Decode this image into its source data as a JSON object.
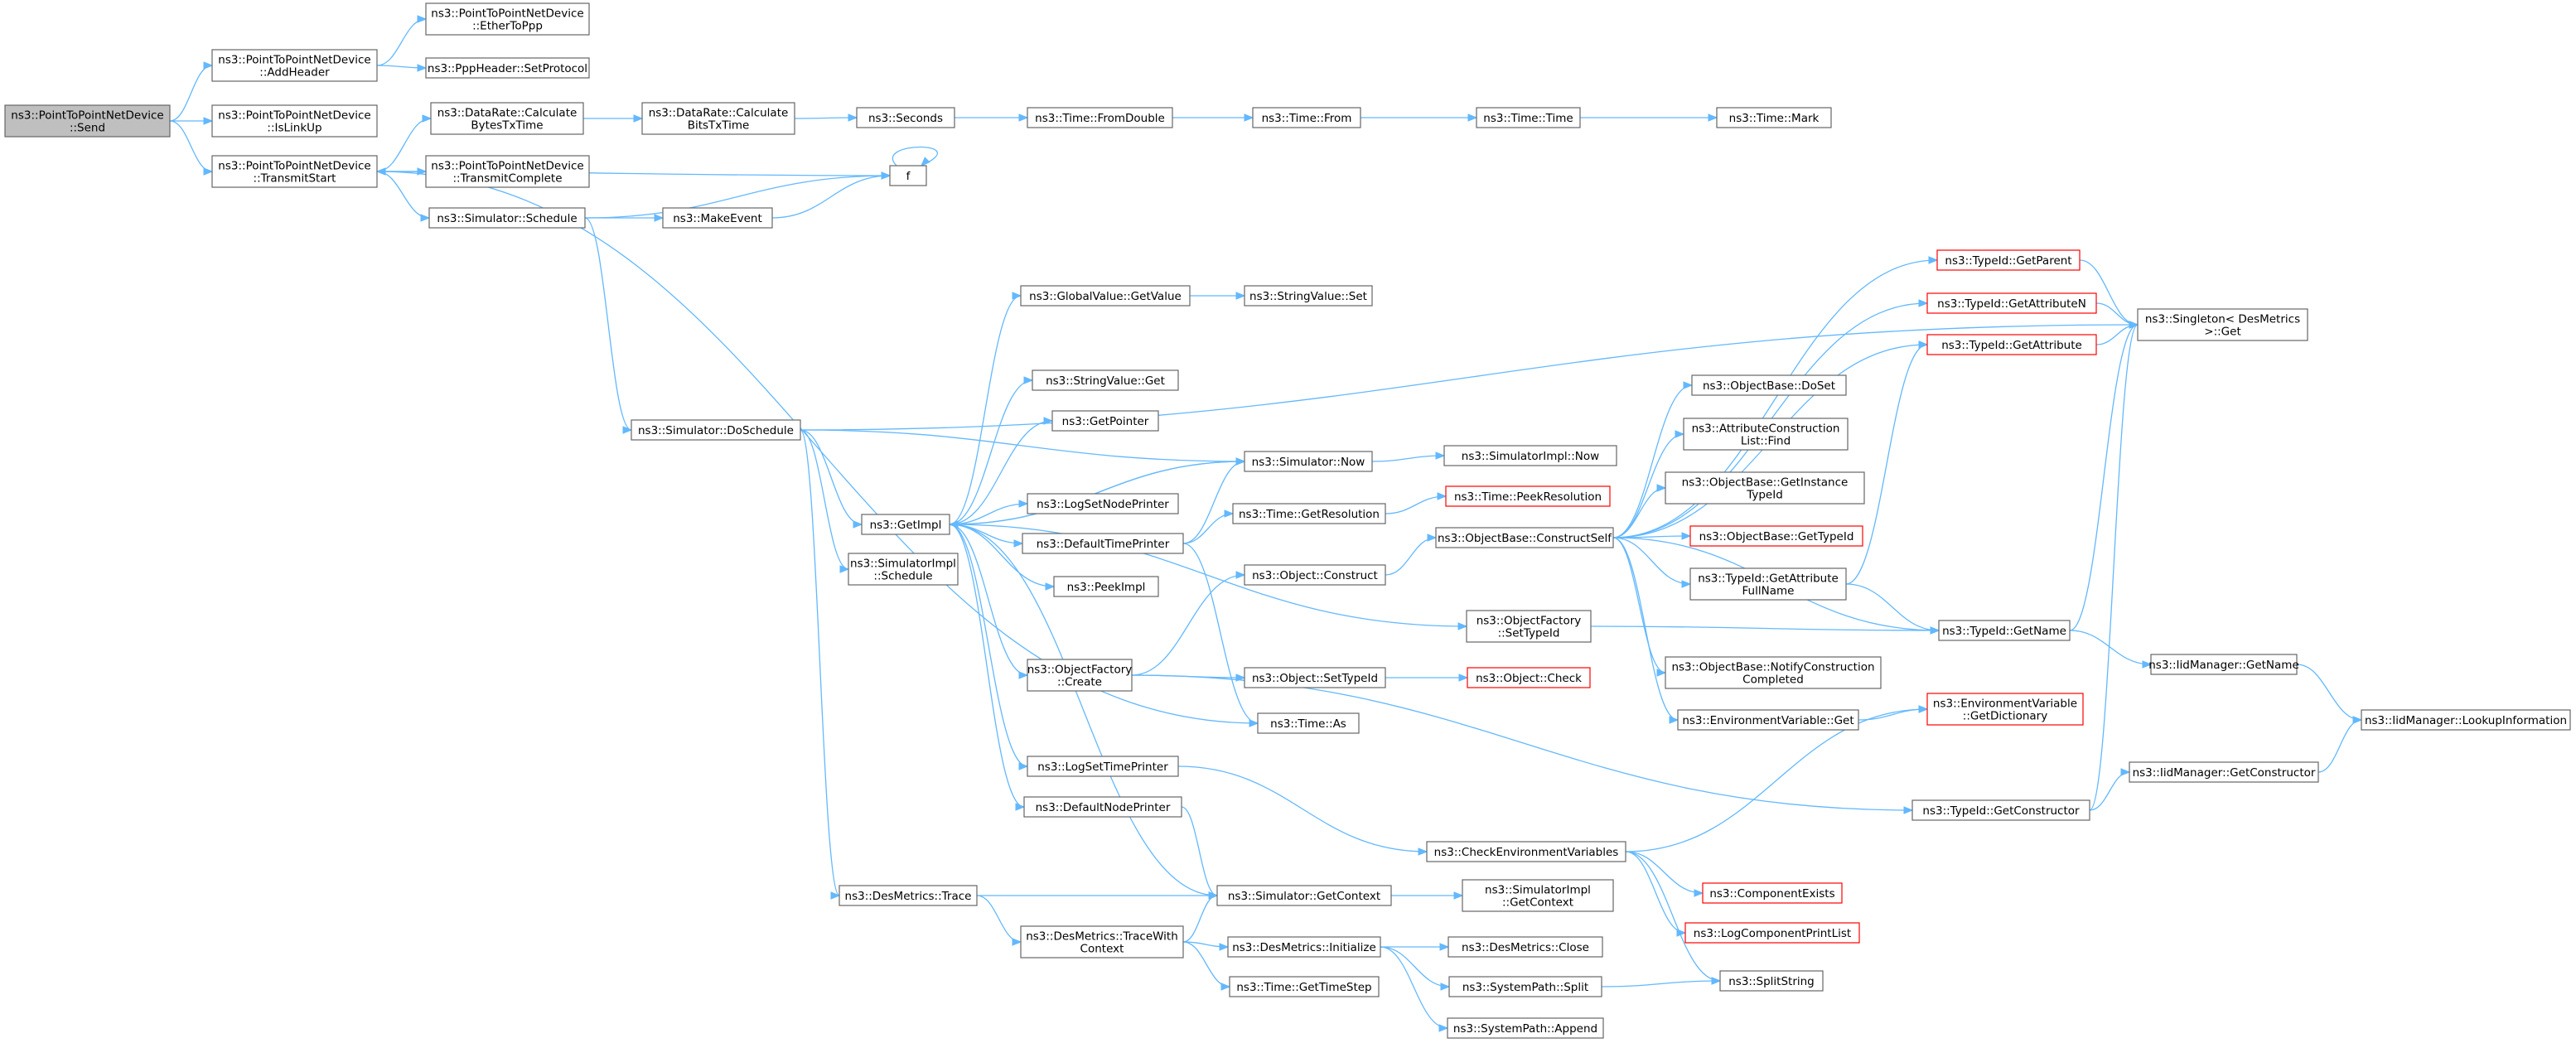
{
  "nodes": [
    {
      "id": "send",
      "lines": [
        "ns3::PointToPointNetDevice",
        "::Send"
      ],
      "root": true
    },
    {
      "id": "addheader",
      "lines": [
        "ns3::PointToPointNetDevice",
        "::AddHeader"
      ]
    },
    {
      "id": "islinkup",
      "lines": [
        "ns3::PointToPointNetDevice",
        "::IsLinkUp"
      ]
    },
    {
      "id": "transmitstart",
      "lines": [
        "ns3::PointToPointNetDevice",
        "::TransmitStart"
      ]
    },
    {
      "id": "ethertoppp",
      "lines": [
        "ns3::PointToPointNetDevice",
        "::EtherToPpp"
      ]
    },
    {
      "id": "setprotocol",
      "lines": [
        "ns3::PppHeader::SetProtocol"
      ]
    },
    {
      "id": "calcbytes",
      "lines": [
        "ns3::DataRate::Calculate",
        "BytesTxTime"
      ]
    },
    {
      "id": "transmitcomplete",
      "lines": [
        "ns3::PointToPointNetDevice",
        "::TransmitComplete"
      ]
    },
    {
      "id": "schedule",
      "lines": [
        "ns3::Simulator::Schedule"
      ]
    },
    {
      "id": "calcbits",
      "lines": [
        "ns3::DataRate::Calculate",
        "BitsTxTime"
      ]
    },
    {
      "id": "seconds",
      "lines": [
        "ns3::Seconds"
      ]
    },
    {
      "id": "fromdouble",
      "lines": [
        "ns3::Time::FromDouble"
      ]
    },
    {
      "id": "from",
      "lines": [
        "ns3::Time::From"
      ]
    },
    {
      "id": "time",
      "lines": [
        "ns3::Time::Time"
      ]
    },
    {
      "id": "mark",
      "lines": [
        "ns3::Time::Mark"
      ]
    },
    {
      "id": "f",
      "lines": [
        "f"
      ]
    },
    {
      "id": "makeevent",
      "lines": [
        "ns3::MakeEvent"
      ]
    },
    {
      "id": "doschedule",
      "lines": [
        "ns3::Simulator::DoSchedule"
      ]
    },
    {
      "id": "globalvalue",
      "lines": [
        "ns3::GlobalValue::GetValue"
      ]
    },
    {
      "id": "stringvalueset",
      "lines": [
        "ns3::StringValue::Set"
      ]
    },
    {
      "id": "stringvalueget",
      "lines": [
        "ns3::StringValue::Get"
      ]
    },
    {
      "id": "getpointer",
      "lines": [
        "ns3::GetPointer"
      ]
    },
    {
      "id": "getimpl",
      "lines": [
        "ns3::GetImpl"
      ]
    },
    {
      "id": "simnow",
      "lines": [
        "ns3::Simulator::Now"
      ]
    },
    {
      "id": "simimplnow",
      "lines": [
        "ns3::SimulatorImpl::Now"
      ]
    },
    {
      "id": "logsetnodeprinter",
      "lines": [
        "ns3::LogSetNodePrinter"
      ]
    },
    {
      "id": "defaulttimeprinter",
      "lines": [
        "ns3::DefaultTimePrinter"
      ]
    },
    {
      "id": "getresolution",
      "lines": [
        "ns3::Time::GetResolution"
      ]
    },
    {
      "id": "peekresolution",
      "lines": [
        "ns3::Time::PeekResolution"
      ],
      "red": true
    },
    {
      "id": "simimplschedule",
      "lines": [
        "ns3::SimulatorImpl",
        "::Schedule"
      ]
    },
    {
      "id": "peekimpl",
      "lines": [
        "ns3::PeekImpl"
      ]
    },
    {
      "id": "objconstruct",
      "lines": [
        "ns3::Object::Construct"
      ]
    },
    {
      "id": "constructself",
      "lines": [
        "ns3::ObjectBase::ConstructSelf"
      ]
    },
    {
      "id": "objfactorycreate",
      "lines": [
        "ns3::ObjectFactory",
        "::Create"
      ]
    },
    {
      "id": "objsettypeid",
      "lines": [
        "ns3::Object::SetTypeId"
      ]
    },
    {
      "id": "objcheck",
      "lines": [
        "ns3::Object::Check"
      ],
      "red": true
    },
    {
      "id": "objfactorysettypeid",
      "lines": [
        "ns3::ObjectFactory",
        "::SetTypeId"
      ]
    },
    {
      "id": "timeas",
      "lines": [
        "ns3::Time::As"
      ]
    },
    {
      "id": "logsettimeprinter",
      "lines": [
        "ns3::LogSetTimePrinter"
      ]
    },
    {
      "id": "defaultnodeprinter",
      "lines": [
        "ns3::DefaultNodePrinter"
      ]
    },
    {
      "id": "destrace",
      "lines": [
        "ns3::DesMetrics::Trace"
      ]
    },
    {
      "id": "simgetcontext",
      "lines": [
        "ns3::Simulator::GetContext"
      ]
    },
    {
      "id": "simimplgetcontext",
      "lines": [
        "ns3::SimulatorImpl",
        "::GetContext"
      ]
    },
    {
      "id": "tracewithcontext",
      "lines": [
        "ns3::DesMetrics::TraceWith",
        "Context"
      ]
    },
    {
      "id": "desinit",
      "lines": [
        "ns3::DesMetrics::Initialize"
      ]
    },
    {
      "id": "desclose",
      "lines": [
        "ns3::DesMetrics::Close"
      ]
    },
    {
      "id": "gettimestep",
      "lines": [
        "ns3::Time::GetTimeStep"
      ]
    },
    {
      "id": "split",
      "lines": [
        "ns3::SystemPath::Split"
      ]
    },
    {
      "id": "append",
      "lines": [
        "ns3::SystemPath::Append"
      ]
    },
    {
      "id": "checkenv",
      "lines": [
        "ns3::CheckEnvironmentVariables"
      ]
    },
    {
      "id": "componentexists",
      "lines": [
        "ns3::ComponentExists"
      ],
      "red": true
    },
    {
      "id": "logcompprintlist",
      "lines": [
        "ns3::LogComponentPrintList"
      ],
      "red": true
    },
    {
      "id": "splitstring",
      "lines": [
        "ns3::SplitString"
      ]
    },
    {
      "id": "envget",
      "lines": [
        "ns3::EnvironmentVariable::Get"
      ]
    },
    {
      "id": "getdictionary",
      "lines": [
        "ns3::EnvironmentVariable",
        "::GetDictionary"
      ],
      "red": true
    },
    {
      "id": "typeidgetconstructor",
      "lines": [
        "ns3::TypeId::GetConstructor"
      ]
    },
    {
      "id": "iidgetconstructor",
      "lines": [
        "ns3::IidManager::GetConstructor"
      ]
    },
    {
      "id": "lookupinfo",
      "lines": [
        "ns3::IidManager::LookupInformation"
      ]
    },
    {
      "id": "typeidgetname",
      "lines": [
        "ns3::TypeId::GetName"
      ]
    },
    {
      "id": "iidgetname",
      "lines": [
        "ns3::IidManager::GetName"
      ]
    },
    {
      "id": "notifyconstruction",
      "lines": [
        "ns3::ObjectBase::NotifyConstruction",
        "Completed"
      ]
    },
    {
      "id": "getattributefullname",
      "lines": [
        "ns3::TypeId::GetAttribute",
        "FullName"
      ]
    },
    {
      "id": "objbasegettypeid",
      "lines": [
        "ns3::ObjectBase::GetTypeId"
      ],
      "red": true
    },
    {
      "id": "getinstancetypeid",
      "lines": [
        "ns3::ObjectBase::GetInstance",
        "TypeId"
      ]
    },
    {
      "id": "attrlistfind",
      "lines": [
        "ns3::AttributeConstruction",
        "List::Find"
      ]
    },
    {
      "id": "doset",
      "lines": [
        "ns3::ObjectBase::DoSet"
      ]
    },
    {
      "id": "getattribute",
      "lines": [
        "ns3::TypeId::GetAttribute"
      ],
      "red": true
    },
    {
      "id": "getattributen",
      "lines": [
        "ns3::TypeId::GetAttributeN"
      ],
      "red": true
    },
    {
      "id": "getparent",
      "lines": [
        "ns3::TypeId::GetParent"
      ],
      "red": true
    },
    {
      "id": "singletonget",
      "lines": [
        "ns3::Singleton< DesMetrics",
        "  >::Get"
      ]
    }
  ],
  "edges": [
    [
      "send",
      "addheader"
    ],
    [
      "send",
      "islinkup"
    ],
    [
      "send",
      "transmitstart"
    ],
    [
      "addheader",
      "ethertoppp"
    ],
    [
      "addheader",
      "setprotocol"
    ],
    [
      "transmitstart",
      "calcbytes"
    ],
    [
      "transmitstart",
      "transmitcomplete"
    ],
    [
      "transmitstart",
      "schedule"
    ],
    [
      "transmitstart",
      "f"
    ],
    [
      "transmitstart",
      "timeas"
    ],
    [
      "transmitcomplete",
      "transmitstart"
    ],
    [
      "calcbytes",
      "calcbits"
    ],
    [
      "calcbits",
      "seconds"
    ],
    [
      "seconds",
      "fromdouble"
    ],
    [
      "fromdouble",
      "from"
    ],
    [
      "from",
      "time"
    ],
    [
      "time",
      "mark"
    ],
    [
      "f",
      "f"
    ],
    [
      "schedule",
      "makeevent"
    ],
    [
      "schedule",
      "f"
    ],
    [
      "schedule",
      "doschedule"
    ],
    [
      "makeevent",
      "f"
    ],
    [
      "doschedule",
      "getimpl"
    ],
    [
      "doschedule",
      "simimplschedule"
    ],
    [
      "doschedule",
      "simnow"
    ],
    [
      "doschedule",
      "singletonget"
    ],
    [
      "doschedule",
      "destrace"
    ],
    [
      "getimpl",
      "globalvalue"
    ],
    [
      "getimpl",
      "stringvalueget"
    ],
    [
      "getimpl",
      "getpointer"
    ],
    [
      "getimpl",
      "simnow"
    ],
    [
      "getimpl",
      "logsetnodeprinter"
    ],
    [
      "getimpl",
      "defaulttimeprinter"
    ],
    [
      "getimpl",
      "peekimpl"
    ],
    [
      "getimpl",
      "objfactorycreate"
    ],
    [
      "getimpl",
      "objfactorysettypeid"
    ],
    [
      "getimpl",
      "logsettimeprinter"
    ],
    [
      "getimpl",
      "defaultnodeprinter"
    ],
    [
      "getimpl",
      "simgetcontext"
    ],
    [
      "globalvalue",
      "stringvalueset"
    ],
    [
      "simnow",
      "simimplnow"
    ],
    [
      "simnow",
      "getimpl"
    ],
    [
      "defaulttimeprinter",
      "simnow"
    ],
    [
      "defaulttimeprinter",
      "getresolution"
    ],
    [
      "defaulttimeprinter",
      "timeas"
    ],
    [
      "getresolution",
      "peekresolution"
    ],
    [
      "objfactorycreate",
      "objconstruct"
    ],
    [
      "objfactorycreate",
      "objsettypeid"
    ],
    [
      "objfactorycreate",
      "typeidgetconstructor"
    ],
    [
      "objconstruct",
      "constructself"
    ],
    [
      "objsettypeid",
      "objcheck"
    ],
    [
      "objfactorysettypeid",
      "typeidgetname"
    ],
    [
      "logsettimeprinter",
      "checkenv"
    ],
    [
      "defaultnodeprinter",
      "simgetcontext"
    ],
    [
      "destrace",
      "simgetcontext"
    ],
    [
      "destrace",
      "tracewithcontext"
    ],
    [
      "simgetcontext",
      "simimplgetcontext"
    ],
    [
      "tracewithcontext",
      "simgetcontext"
    ],
    [
      "tracewithcontext",
      "desinit"
    ],
    [
      "tracewithcontext",
      "gettimestep"
    ],
    [
      "desinit",
      "desclose"
    ],
    [
      "desinit",
      "split"
    ],
    [
      "desinit",
      "append"
    ],
    [
      "split",
      "splitstring"
    ],
    [
      "checkenv",
      "getdictionary"
    ],
    [
      "checkenv",
      "componentexists"
    ],
    [
      "checkenv",
      "logcompprintlist"
    ],
    [
      "checkenv",
      "splitstring"
    ],
    [
      "envget",
      "getdictionary"
    ],
    [
      "constructself",
      "getparent"
    ],
    [
      "constructself",
      "getattributen"
    ],
    [
      "constructself",
      "getattribute"
    ],
    [
      "constructself",
      "doset"
    ],
    [
      "constructself",
      "attrlistfind"
    ],
    [
      "constructself",
      "getinstancetypeid"
    ],
    [
      "constructself",
      "objbasegettypeid"
    ],
    [
      "constructself",
      "getattributefullname"
    ],
    [
      "constructself",
      "typeidgetname"
    ],
    [
      "constructself",
      "notifyconstruction"
    ],
    [
      "constructself",
      "envget"
    ],
    [
      "getattributefullname",
      "getattribute"
    ],
    [
      "getattributefullname",
      "typeidgetname"
    ],
    [
      "typeidgetname",
      "singletonget"
    ],
    [
      "typeidgetname",
      "iidgetname"
    ],
    [
      "iidgetname",
      "lookupinfo"
    ],
    [
      "typeidgetconstructor",
      "iidgetconstructor"
    ],
    [
      "typeidgetconstructor",
      "singletonget"
    ],
    [
      "iidgetconstructor",
      "lookupinfo"
    ],
    [
      "getparent",
      "singletonget"
    ],
    [
      "getattributen",
      "singletonget"
    ],
    [
      "getattribute",
      "singletonget"
    ]
  ],
  "colors": {
    "edge": "#63b8ff",
    "node_border": "#666666",
    "red_border": "#ff0000",
    "root_fill": "#bfbfbf"
  }
}
